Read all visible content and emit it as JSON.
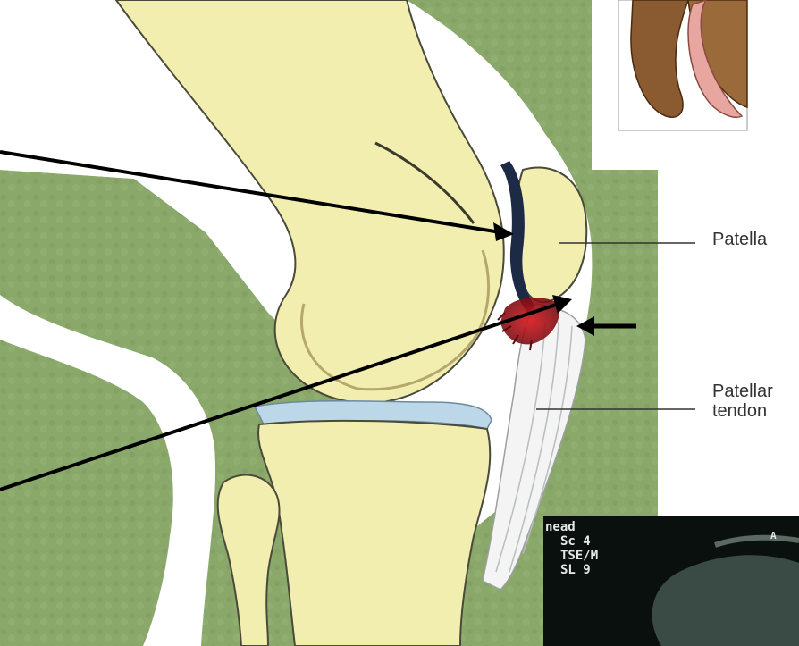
{
  "labels": {
    "patella": "Patella",
    "patellar_tendon_line1": "Patellar",
    "patellar_tendon_line2": "tendon"
  },
  "mri_overlay": {
    "head": "nead",
    "series": "Sc 4",
    "sequence": "TSE/M",
    "slice": "SL 9",
    "orientation": "A"
  },
  "colors": {
    "background_green": "#8aa86a",
    "bone": "#f2eeb0",
    "bone_outline": "#4a4a3a",
    "cartilage": "#bcd7e8",
    "tendon": "#f4f4f4",
    "injury": "#c0141c",
    "arrow": "#000000",
    "label_text": "#333333"
  }
}
